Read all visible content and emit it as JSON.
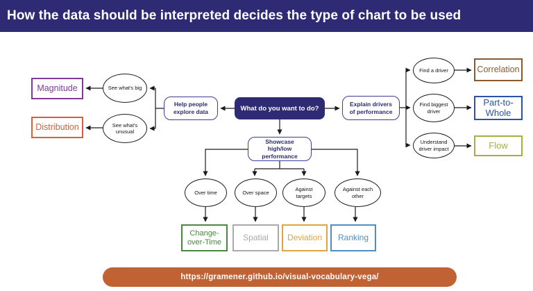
{
  "title": "How the data should be interpreted decides the type of chart to be used",
  "root": {
    "label": "What do you want to do?"
  },
  "branches": {
    "explore": {
      "label": "Help people explore data",
      "items": [
        {
          "question": "See what's big",
          "result": "Magnitude",
          "color": "#7E3B94"
        },
        {
          "question": "See what's unusual",
          "result": "Distribution",
          "color": "#D2603A"
        }
      ]
    },
    "explain": {
      "label": "Explain drivers of performance",
      "items": [
        {
          "question": "Find a driver",
          "result": "Correlation",
          "color": "#8A5A2E"
        },
        {
          "question": "Find biggest driver",
          "result": "Part-to-Whole",
          "color": "#2B52A8"
        },
        {
          "question": "Understand driver impact",
          "result": "Flow",
          "color": "#A9AC3F"
        }
      ]
    },
    "showcase": {
      "label": "Showcase high/low performance",
      "items": [
        {
          "question": "Over time",
          "result": "Change-over-Time",
          "color": "#4A8741"
        },
        {
          "question": "Over space",
          "result": "Spatial",
          "color": "#A9A9A9"
        },
        {
          "question": "Against targets",
          "result": "Deviation",
          "color": "#DFA43F"
        },
        {
          "question": "Against each other",
          "result": "Ranking",
          "color": "#4D8FC4"
        }
      ]
    }
  },
  "footer": {
    "url": "https://gramener.github.io/visual-vocabulary-vega/"
  },
  "theme": {
    "banner": "#2E2A73",
    "root_box": "#2E2A73",
    "branch_border": "#3C3C9B",
    "line": "#1a1a1a",
    "footer_pill": "#C06233"
  }
}
